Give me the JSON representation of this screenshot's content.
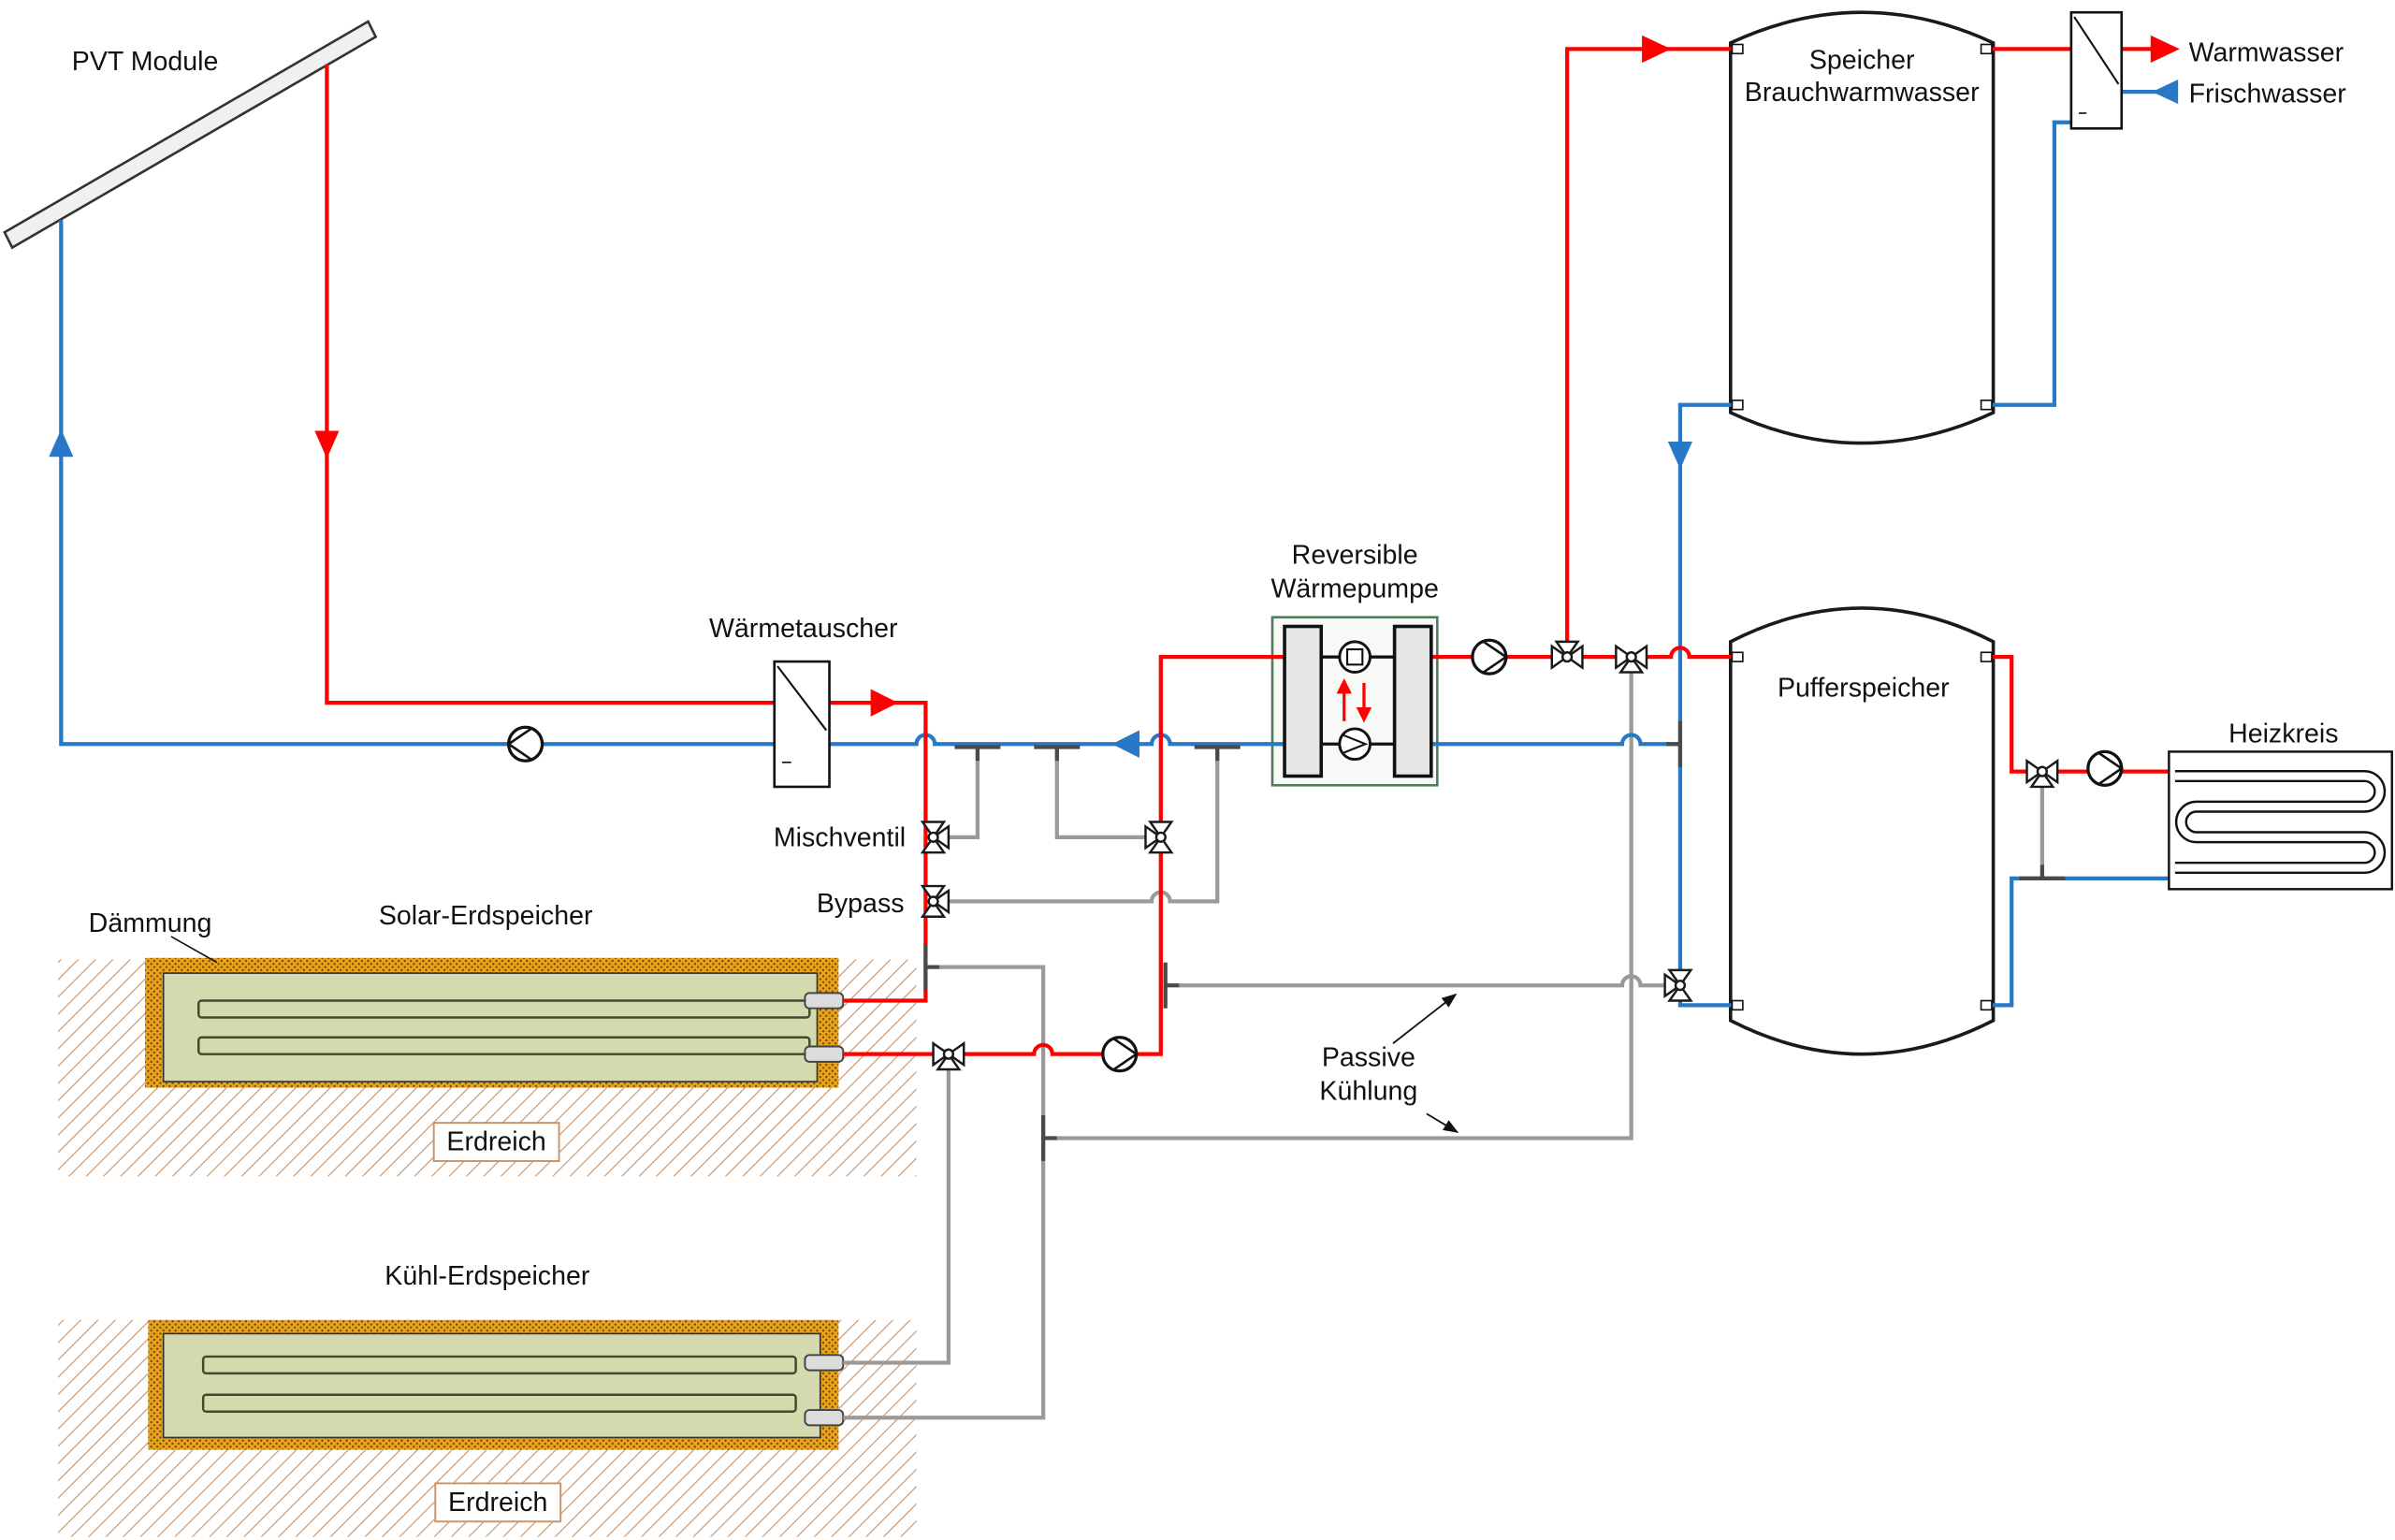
{
  "colors": {
    "hot_pipe": "#ff0000",
    "cold_pipe": "#2878c8",
    "passive_pipe": "#9a9a9a",
    "storage_fill": "#d4d9ae",
    "insulation": "#e8a31d",
    "soil_hatch": "#c8946a",
    "heat_pump_border": "#4e7d5b"
  },
  "labels": {
    "pvt_module": "PVT Module",
    "heat_exchanger": "Wärmetauscher",
    "mixing_valve": "Mischventil",
    "bypass": "Bypass",
    "insulation": "Dämmung",
    "solar_ground_storage": "Solar-Erdspeicher",
    "soil_1": "Erdreich",
    "cooling_ground_storage": "Kühl-Erdspeicher",
    "soil_2": "Erdreich",
    "heat_pump_line1": "Reversible",
    "heat_pump_line2": "Wärmepumpe",
    "dhw_tank_line1": "Speicher",
    "dhw_tank_line2": "Brauchwarmwasser",
    "hot_water": "Warmwasser",
    "fresh_water": "Frischwasser",
    "buffer_tank": "Pufferspeicher",
    "heating_circuit": "Heizkreis",
    "passive_cooling_line1": "Passive",
    "passive_cooling_line2": "Kühlung"
  }
}
